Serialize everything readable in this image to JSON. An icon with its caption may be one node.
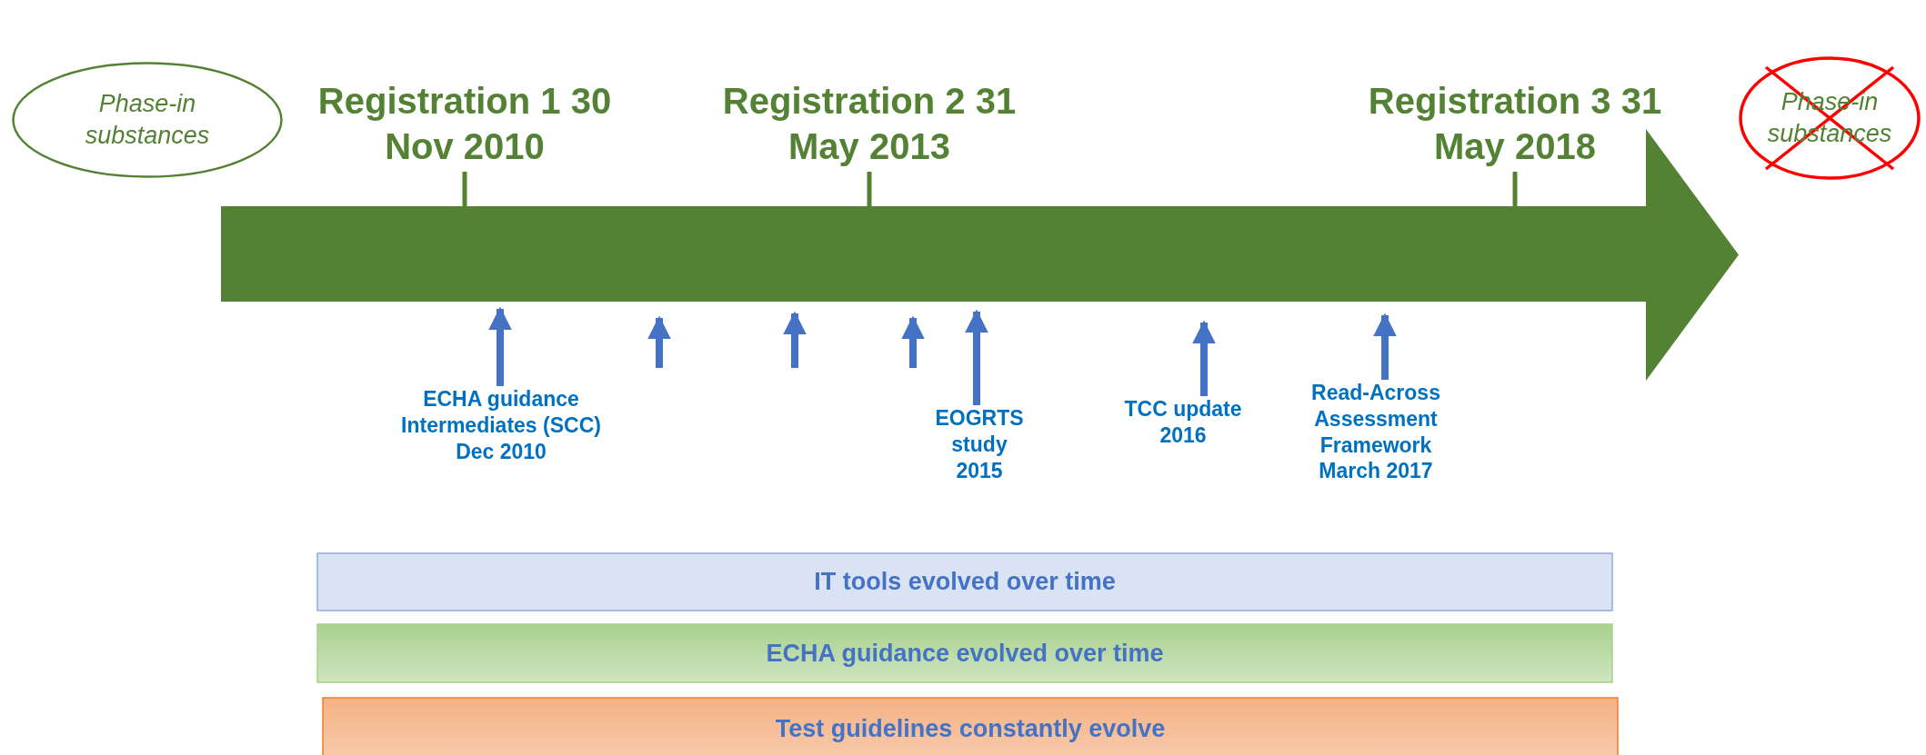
{
  "diagram": {
    "nodes": [
      {
        "text": [
          "Phase-in substances"
        ]
      },
      {
        "text": [
          "Phase-in substances"
        ]
      },
      {
        "text": [],
        "shape": "arrow"
      },
      {
        "text": [
          "ECHA guidance Intermediates (SCC) Dec 2010"
        ]
      },
      {
        "text": [
          "EOGRTS study 2015"
        ]
      },
      {
        "text": [
          "TCC update 2016"
        ]
      },
      {
        "text": [
          "Read-Across Assessment Framework March 2017"
        ]
      },
      {
        "text": [
          "IT tools evolved over time"
        ]
      },
      {
        "text": [
          "ECHA guidance evolved over time"
        ]
      },
      {
        "text": [
          "Test guidelines constantly evolve"
        ]
      }
    ],
    "edges": [
      {
        "from": 3,
        "to": 2,
        "arrow": "to"
      },
      {
        "from": null,
        "to": 2,
        "arrow": "to"
      },
      {
        "from": null,
        "to": 2,
        "arrow": "to"
      },
      {
        "from": null,
        "to": 2,
        "arrow": "to"
      },
      {
        "from": 4,
        "to": 2,
        "arrow": "to"
      },
      {
        "from": 5,
        "to": 2,
        "arrow": "to"
      },
      {
        "from": 6,
        "to": 2,
        "arrow": "to"
      }
    ],
    "labels": [
      "Registration 1 30 Nov 2010",
      "Registration 2 31 May 2013",
      "Registration 3 31 May 2018"
    ]
  }
}
